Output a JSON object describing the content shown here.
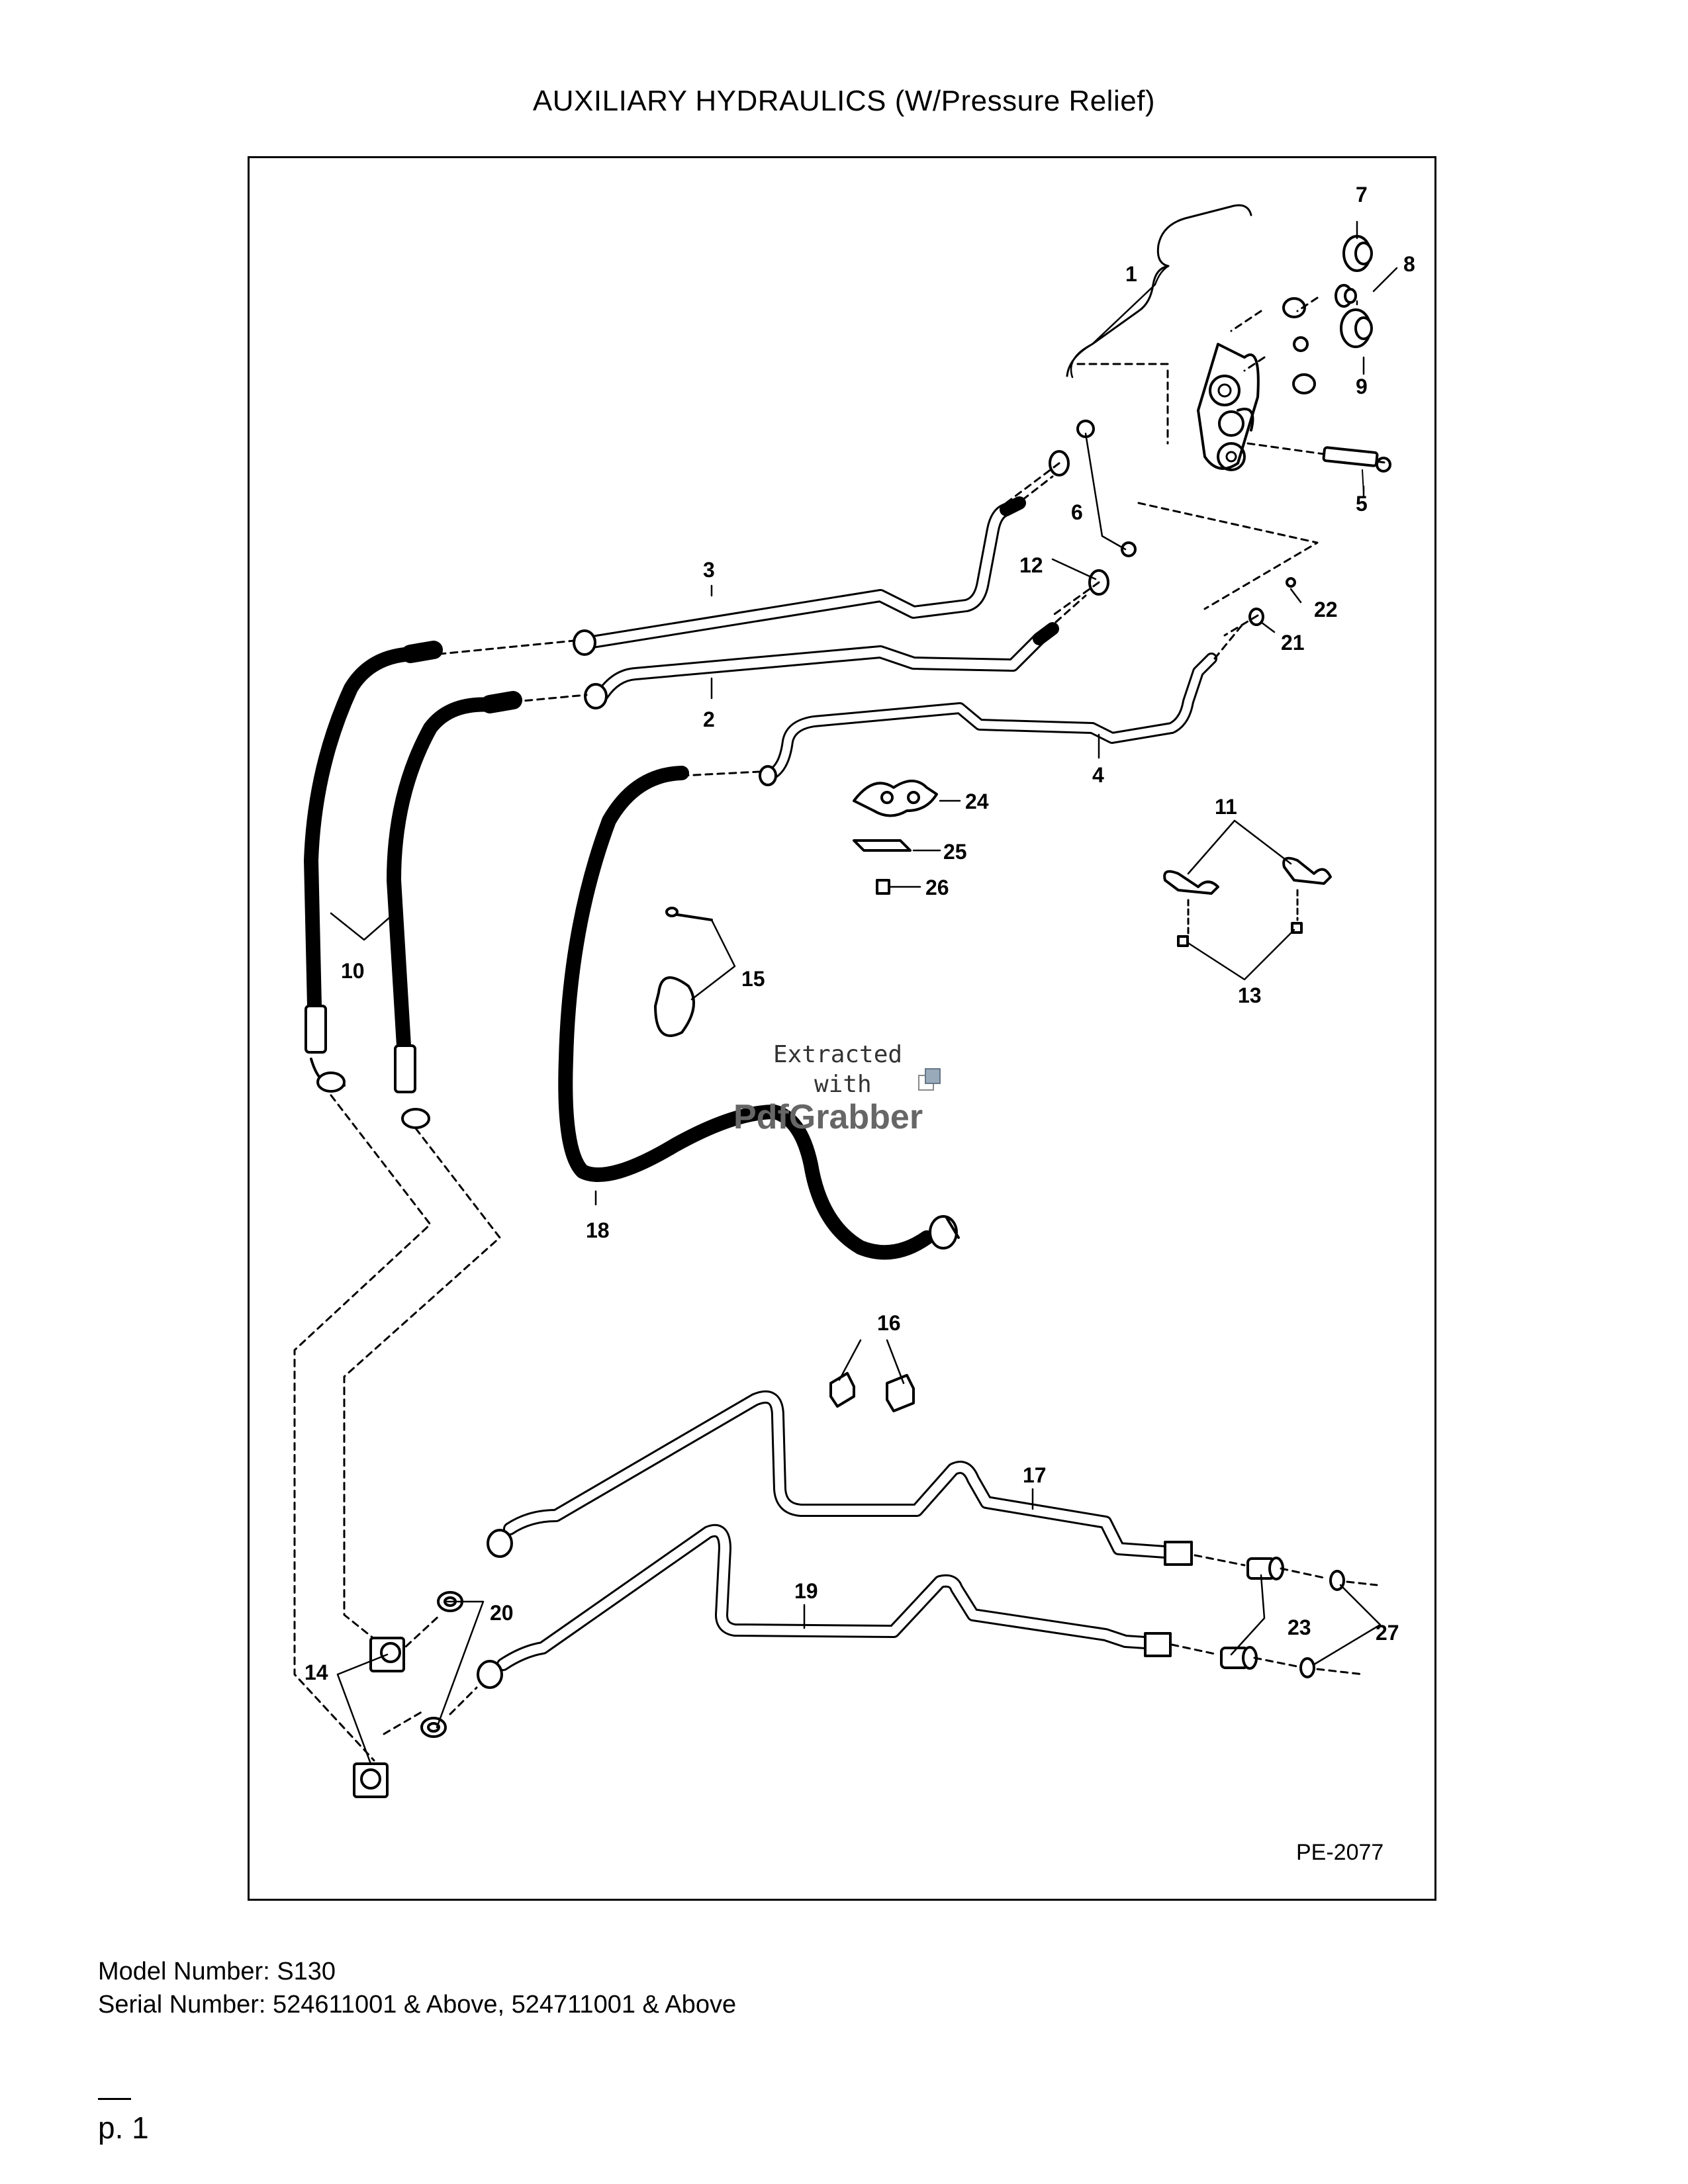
{
  "page": {
    "title": "AUXILIARY HYDRAULICS (W/Pressure Relief)",
    "figure_id": "PE-2077",
    "model_line": "Model Number: S130",
    "serial_line": "Serial Number: 524611001 & Above, 524711001 & Above",
    "page_number": "p. 1"
  },
  "watermark": {
    "line1": "Extracted",
    "line2": "with",
    "brand": "PdfGrabber"
  },
  "callouts": [
    "1",
    "2",
    "3",
    "4",
    "5",
    "6",
    "7",
    "8",
    "9",
    "10",
    "11",
    "12",
    "13",
    "14",
    "15",
    "16",
    "17",
    "18",
    "19",
    "20",
    "21",
    "22",
    "23",
    "24",
    "25",
    "26",
    "27"
  ]
}
